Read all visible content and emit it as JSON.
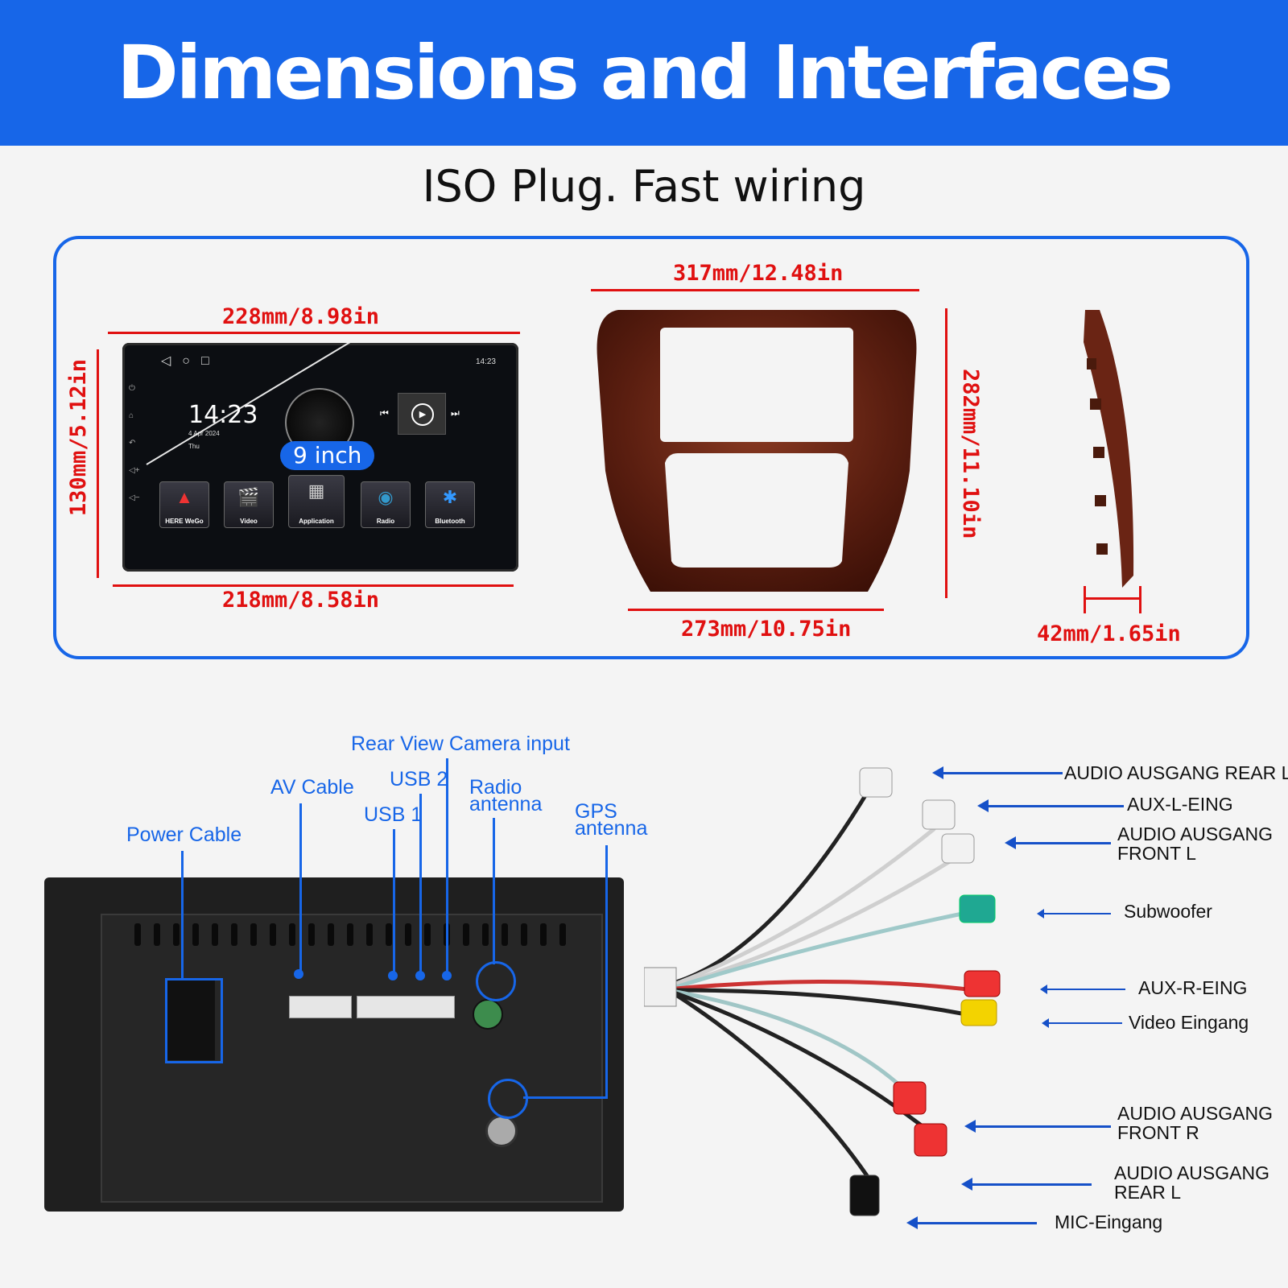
{
  "header": {
    "title": "Dimensions and Interfaces"
  },
  "subtitle": "ISO Plug. Fast wiring",
  "dimensions": {
    "top_width": "228mm/8.98in",
    "bottom_width": "218mm/8.58in",
    "height": "130mm/5.12in",
    "bezel_top": "317mm/12.48in",
    "bezel_bottom": "273mm/10.75in",
    "bezel_height": "282mm/11.10in",
    "depth": "42mm/1.65in"
  },
  "screen": {
    "clock": "14:23",
    "date": "4 Apr 2024",
    "day": "Thu",
    "status_time": "14:23",
    "badge": "9 inch",
    "apps": [
      "HERE WeGo",
      "Video",
      "Application",
      "Radio",
      "Bluetooth"
    ]
  },
  "ports": {
    "power": "Power Cable",
    "av": "AV Cable",
    "usb1": "USB 1",
    "usb2": "USB 2",
    "rear_cam": "Rear View Camera input",
    "radio": "Radio\nantenna",
    "gps": "GPS\nantenna"
  },
  "wires": {
    "w1": "AUDIO AUSGANG REAR L",
    "w2": "AUX-L-EING",
    "w3": "AUDIO AUSGANG\nFRONT L",
    "w4": "Subwoofer",
    "w5": "AUX-R-EING",
    "w6": "Video Eingang",
    "w7": "AUDIO AUSGANG\nFRONT R",
    "w8": "AUDIO AUSGANG\nREAR L",
    "w9": "MIC-Eingang"
  },
  "colors": {
    "brand_blue": "#1766e8",
    "dimension_red": "#e01010"
  }
}
